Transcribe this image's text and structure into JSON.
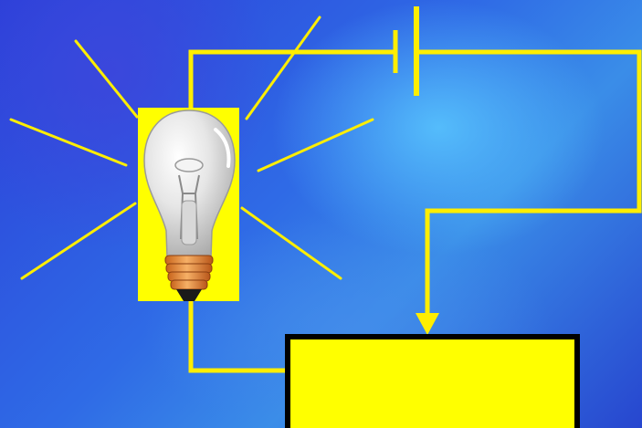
{
  "diagram": {
    "components": [
      "light-bulb",
      "battery",
      "resistor-box"
    ],
    "colors": {
      "wire": "#ffee00",
      "bulb_panel": "#ffff00",
      "box_fill": "#ffff00",
      "box_border": "#000000",
      "background": "#2b55dd"
    },
    "current_arrow": "down",
    "bulb_state": "lit"
  }
}
